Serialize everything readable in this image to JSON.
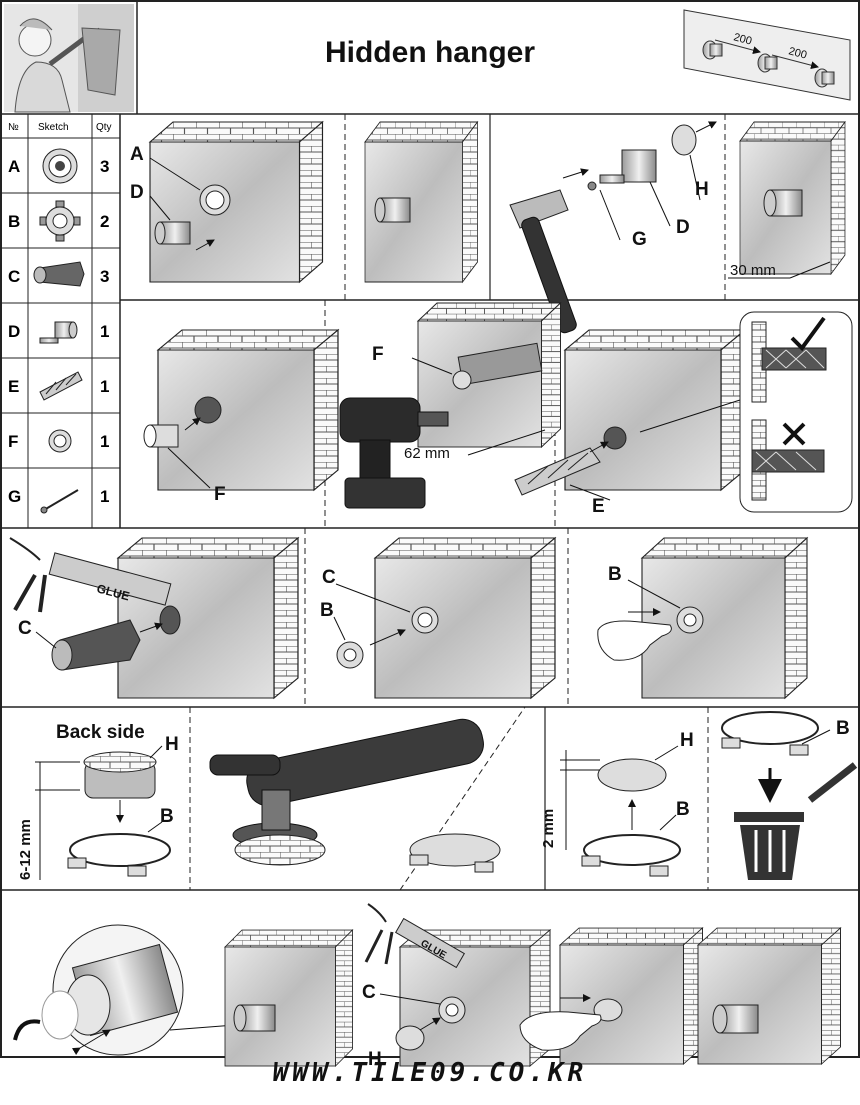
{
  "title": "Hidden hanger",
  "spacing_labels": [
    "200",
    "200"
  ],
  "parts_table": {
    "headers": [
      "№",
      "Sketch",
      "Qty"
    ],
    "rows": [
      {
        "id": "A",
        "qty": "3",
        "icon": "ring-plate-icon"
      },
      {
        "id": "B",
        "qty": "2",
        "icon": "clip-ring-icon"
      },
      {
        "id": "C",
        "qty": "3",
        "icon": "anchor-plug-icon"
      },
      {
        "id": "D",
        "qty": "1",
        "icon": "knob-hook-icon"
      },
      {
        "id": "E",
        "qty": "1",
        "icon": "lattice-insert-icon"
      },
      {
        "id": "F",
        "qty": "1",
        "icon": "sleeve-icon"
      },
      {
        "id": "G",
        "qty": "1",
        "icon": "pin-icon"
      }
    ]
  },
  "step1": {
    "a": "A",
    "d": "D"
  },
  "step3": {
    "g": "G",
    "d": "D",
    "h": "H"
  },
  "step4": {
    "dim": "30 mm"
  },
  "step5": {
    "f": "F"
  },
  "step6": {
    "f": "F",
    "dim": "62 mm"
  },
  "step7": {
    "e": "E"
  },
  "step8": {
    "c": "C",
    "glue": "GLUE"
  },
  "step9": {
    "c": "C",
    "b": "B"
  },
  "step10": {
    "b": "B"
  },
  "step11": {
    "back_side": "Back side",
    "h": "H",
    "b": "B",
    "dim": "6-12 mm"
  },
  "step12": {
    "h": "H",
    "b": "B",
    "dim": "2 mm"
  },
  "step13": {
    "b": "B"
  },
  "step14": {
    "c": "C",
    "h": "H",
    "glue": "GLUE"
  },
  "footer_url": "WWW.TILE09.CO.KR"
}
